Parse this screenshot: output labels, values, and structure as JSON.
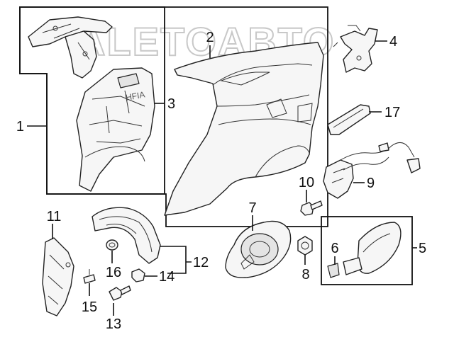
{
  "watermark": "ALETOABTO",
  "callouts": {
    "c1": "1",
    "c2": "2",
    "c3": "3",
    "c4": "4",
    "c5": "5",
    "c6": "6",
    "c7": "7",
    "c8": "8",
    "c9": "9",
    "c10": "10",
    "c11": "11",
    "c12": "12",
    "c13": "13",
    "c14": "14",
    "c15": "15",
    "c16": "16",
    "c17": "17"
  }
}
